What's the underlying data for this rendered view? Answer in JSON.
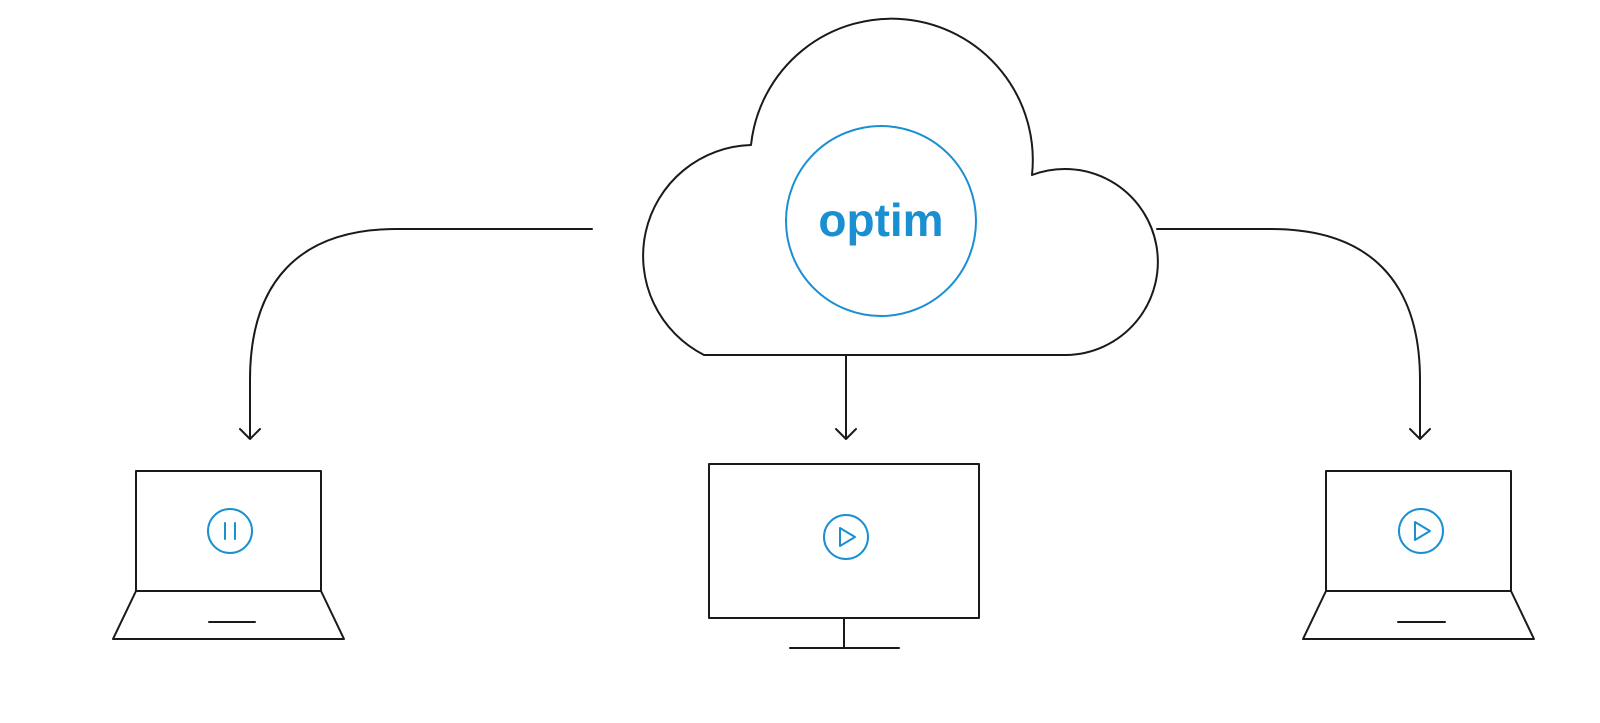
{
  "cloud": {
    "logo_text": "optim",
    "logo_icon": "optim-logo"
  },
  "devices": [
    {
      "type": "laptop",
      "state": "paused",
      "icon": "pause-icon"
    },
    {
      "type": "monitor",
      "state": "playing",
      "icon": "play-icon"
    },
    {
      "type": "laptop",
      "state": "playing",
      "icon": "play-icon"
    }
  ],
  "colors": {
    "accent": "#1a8fd1",
    "line": "#1a1a1a",
    "background": "#ffffff"
  }
}
